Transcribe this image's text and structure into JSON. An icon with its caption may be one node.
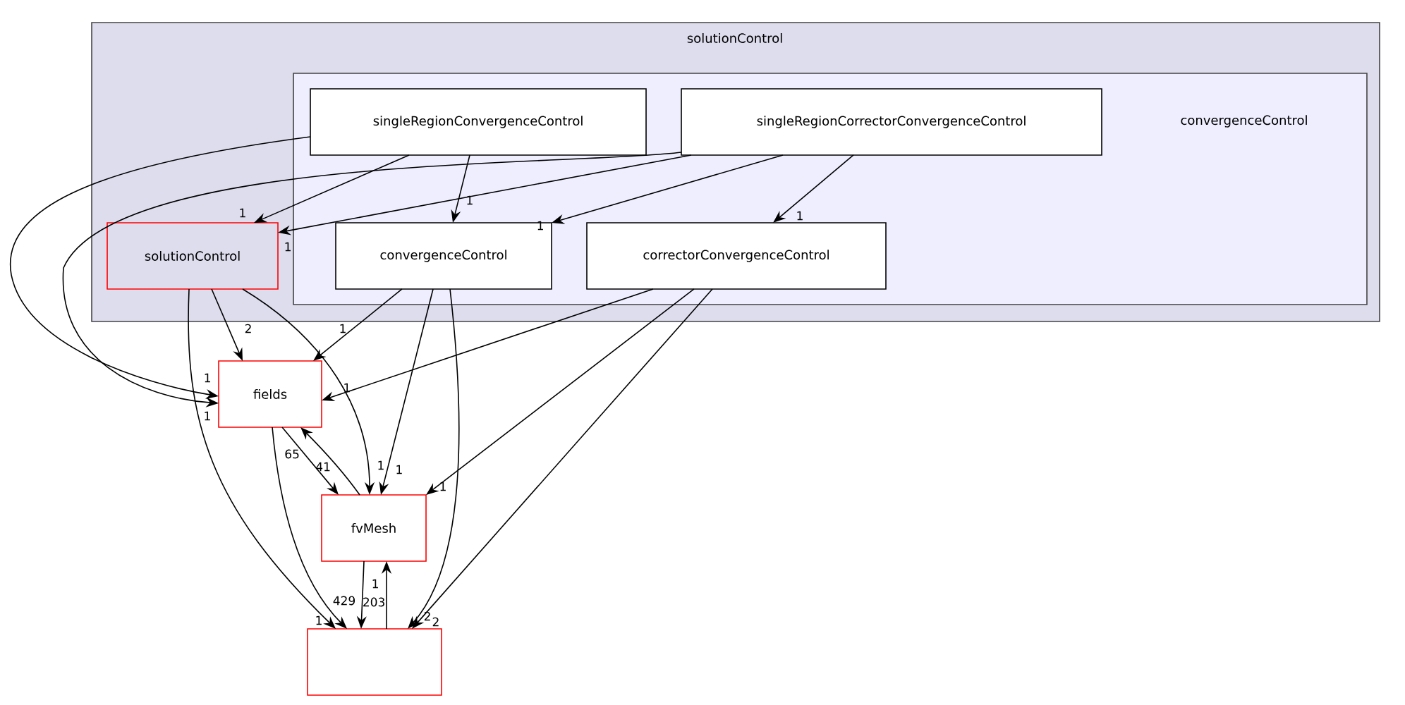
{
  "diagram": {
    "nodes": [
      {
        "text": [
          "solutionControl"
        ]
      },
      {
        "text": [
          "convergenceControl"
        ],
        "in": 0
      },
      {
        "text": [
          "singleRegionConvergenceControl"
        ],
        "in": 1
      },
      {
        "text": [
          "singleRegionCorrectorConvergenceControl"
        ],
        "in": 1
      },
      {
        "text": [
          "solutionControl"
        ],
        "in": 0
      },
      {
        "text": [
          "convergenceControl"
        ],
        "in": 1
      },
      {
        "text": [
          "correctorConvergenceControl"
        ],
        "in": 1
      },
      {
        "text": [
          "fields"
        ]
      },
      {
        "text": [
          "fvMesh"
        ]
      },
      {
        "text": [],
        "shape": "box"
      }
    ],
    "edges": [
      {
        "from": 2,
        "to": 4,
        "arrow": "to",
        "label": "1"
      },
      {
        "from": 3,
        "to": 4,
        "arrow": "to",
        "label": "1"
      },
      {
        "from": 2,
        "to": 5,
        "arrow": "to",
        "label": "1"
      },
      {
        "from": 2,
        "to": 7,
        "arrow": "to",
        "label": "1"
      },
      {
        "from": 3,
        "to": 7,
        "arrow": "to",
        "label": "1"
      },
      {
        "from": 3,
        "to": 5,
        "arrow": "to",
        "label": "1"
      },
      {
        "from": 3,
        "to": 6,
        "arrow": "to",
        "label": "1"
      },
      {
        "from": 4,
        "to": 7,
        "arrow": "to",
        "label": "2"
      },
      {
        "from": 4,
        "to": 8,
        "arrow": "to",
        "label": "1"
      },
      {
        "from": 4,
        "to": 9,
        "arrow": "to",
        "label": "1"
      },
      {
        "from": 5,
        "to": 7,
        "arrow": "to",
        "label": "1"
      },
      {
        "from": 5,
        "to": 8,
        "arrow": "to",
        "label": "1"
      },
      {
        "from": 5,
        "to": 9,
        "arrow": "to",
        "label": "2"
      },
      {
        "from": 6,
        "to": 7,
        "arrow": "to",
        "label": "1"
      },
      {
        "from": 6,
        "to": 8,
        "arrow": "to",
        "label": "1"
      },
      {
        "from": 6,
        "to": 9,
        "arrow": "to",
        "label": "2"
      },
      {
        "from": 7,
        "to": 8,
        "arrow": "to",
        "label": "41"
      },
      {
        "from": 8,
        "to": 7,
        "arrow": "to",
        "label": "65"
      },
      {
        "from": 7,
        "to": 9,
        "arrow": "to",
        "label": "429"
      },
      {
        "from": 8,
        "to": 9,
        "arrow": "to",
        "label": "203"
      },
      {
        "from": 9,
        "to": 8,
        "arrow": "to",
        "label": "1"
      }
    ]
  }
}
